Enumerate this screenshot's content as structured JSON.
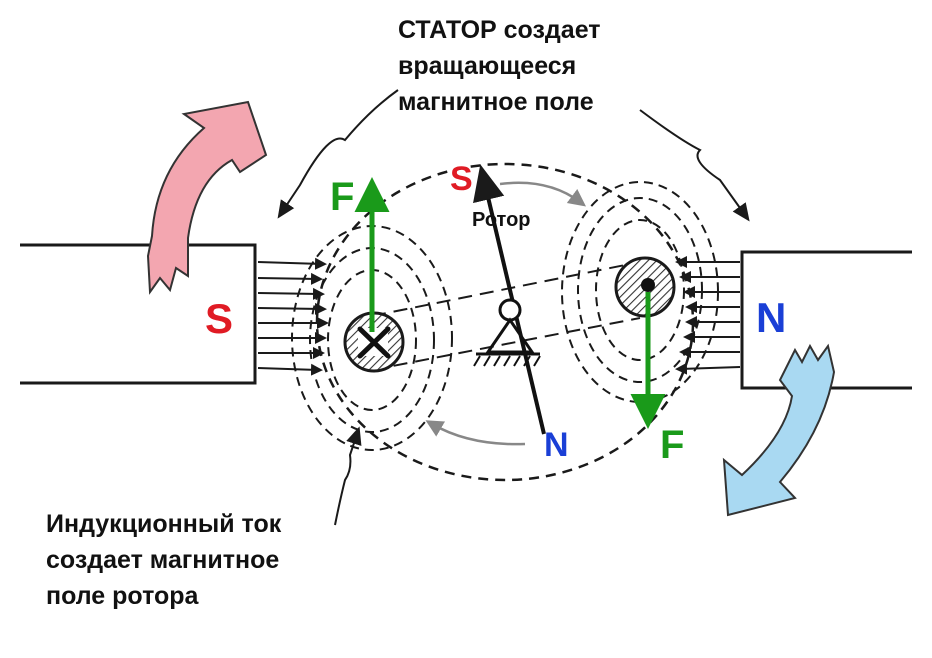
{
  "stator_caption": {
    "line1": "СТАТОР создает",
    "line2": "вращающееся",
    "line3": "магнитное поле"
  },
  "rotor_caption": {
    "line1": "Индукционный ток",
    "line2": "создает магнитное",
    "line3": "поле ротора"
  },
  "stator_left_pole": "S",
  "stator_right_pole": "N",
  "rotor_label": "Ротор",
  "rotor_south": "S",
  "rotor_north": "N",
  "force_left": "F",
  "force_right": "F",
  "colors": {
    "pole_red": "#e01b24",
    "pole_blue": "#1a3fd6",
    "force_green": "#1a9a1a",
    "arrow_pink": "#f3a6b0",
    "arrow_blue": "#a9d9f2",
    "line": "#1a1a1a"
  }
}
